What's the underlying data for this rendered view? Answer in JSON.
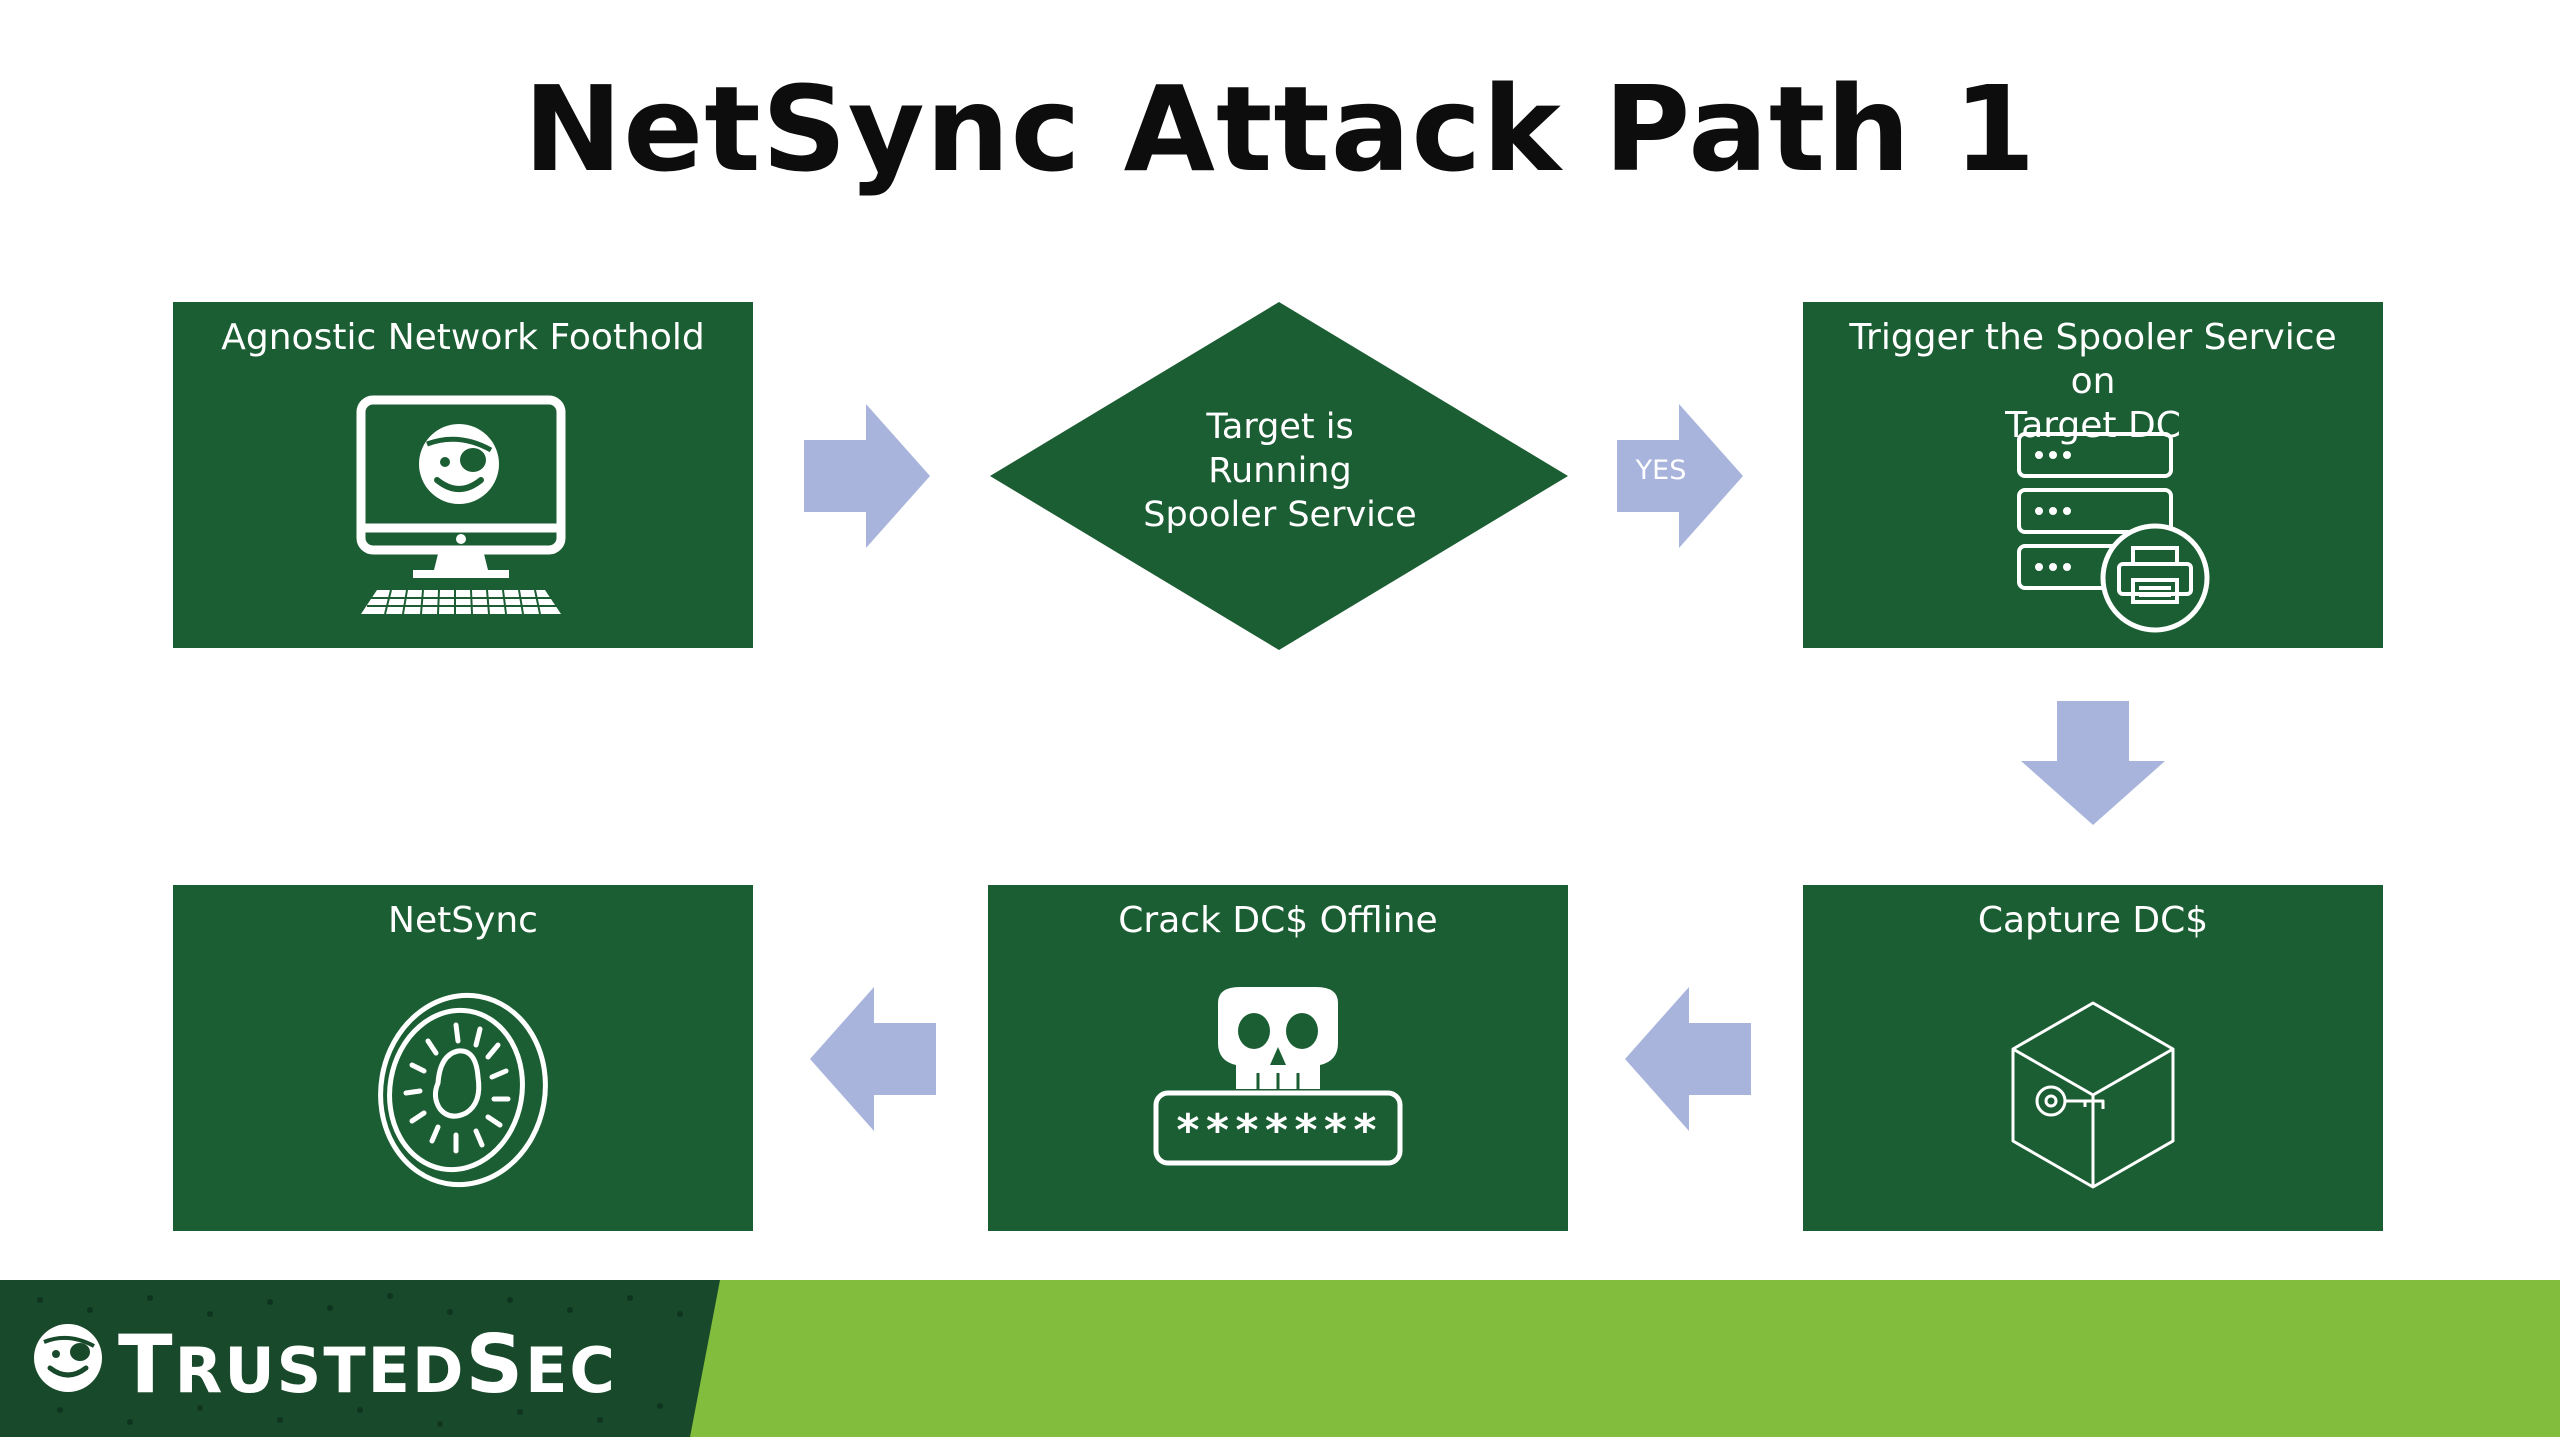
{
  "title": "NetSync Attack Path 1",
  "nodes": {
    "foothold": {
      "label": "Agnostic Network Foothold",
      "icon": "computer-pirate-smiley-icon"
    },
    "decision": {
      "label_lines": [
        "Target is",
        "Running",
        "Spooler Service"
      ],
      "branch_label": "YES"
    },
    "trigger": {
      "label_lines": [
        "Trigger the Spooler Service on",
        "Target DC"
      ],
      "icon": "server-printer-icon"
    },
    "capture": {
      "label": "Capture DC$",
      "icon": "cube-key-icon"
    },
    "crack": {
      "label": "Crack DC$ Offline",
      "icon": "skull-password-icon"
    },
    "netsync": {
      "label": "NetSync",
      "icon": "kiwi-fruit-icon"
    }
  },
  "password_mask": "*******",
  "footer": {
    "brand_first": "T",
    "brand_rest1": "RUSTED",
    "brand_mid": "S",
    "brand_rest2": "EC"
  },
  "colors": {
    "box": "#1c5e33",
    "arrow": "#a8b4dc",
    "footer_dark": "#17492a",
    "footer_light": "#82bd3e",
    "title": "#0d0d0d"
  }
}
